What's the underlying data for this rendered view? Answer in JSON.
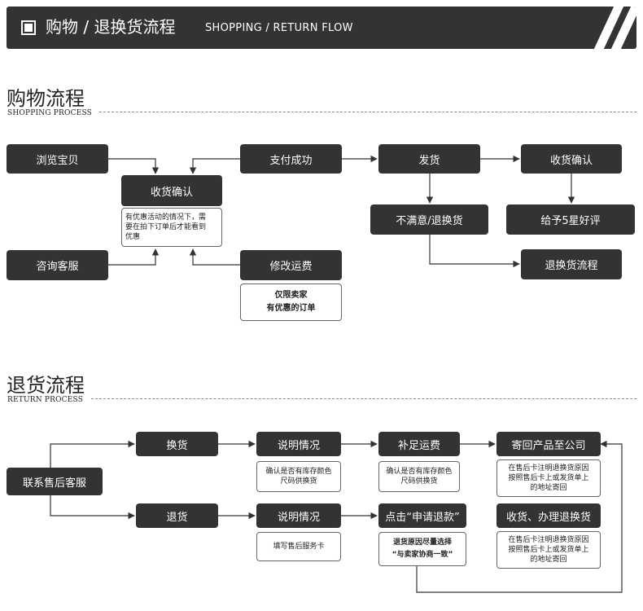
{
  "header": {
    "title": "购物 / 退换货流程",
    "subtitle": "SHOPPING / RETURN FLOW",
    "icon": "square-icon"
  },
  "shopping": {
    "title": "购物流程",
    "subtitle": "SHOPPING PROCESS",
    "boxes": {
      "browse": "浏览宝贝",
      "confirm_receipt_left": "收货确认",
      "consult": "咨询客服",
      "pay": "支付成功",
      "modify_shipping": "修改运费",
      "ship": "发货",
      "confirm_receipt_right": "收货确认",
      "unsatisfied": "不满意/退换货",
      "good_review": "给予5星好评",
      "return_flow": "退换货流程"
    },
    "notes": {
      "discount": [
        "有优惠活动的情况下，需",
        "要在拍下订单后才能看到",
        "优惠"
      ],
      "seller_only": [
        "仅限卖家",
        "有优惠的订单"
      ]
    }
  },
  "returns": {
    "title": "退货流程",
    "subtitle": "RETURN PROCESS",
    "boxes": {
      "contact": "联系售后客服",
      "exchange": "换货",
      "refund": "退货",
      "explain_top": "说明情况",
      "explain_bottom": "说明情况",
      "add_shipping": "补足运费",
      "send_back": "寄回产品至公司",
      "apply_refund": "点击“申请退款”",
      "receive": "收货、办理退换货"
    },
    "notes": {
      "check_stock_1": [
        "确认是否有库存颜色",
        "尺码供换货"
      ],
      "check_stock_2": [
        "确认是否有库存颜色",
        "尺码供换货"
      ],
      "address_top": [
        "在售后卡注明退换货原因",
        "按照售后卡上或发货单上",
        "的地址寄回"
      ],
      "fill_card": [
        "填写售后服务卡"
      ],
      "reason": [
        "退货原因尽量选择",
        "“与卖家协商一致”"
      ],
      "address_bottom": [
        "在售后卡注明退换货原因",
        "按照售后卡上或发货单上",
        "的地址寄回"
      ]
    }
  }
}
